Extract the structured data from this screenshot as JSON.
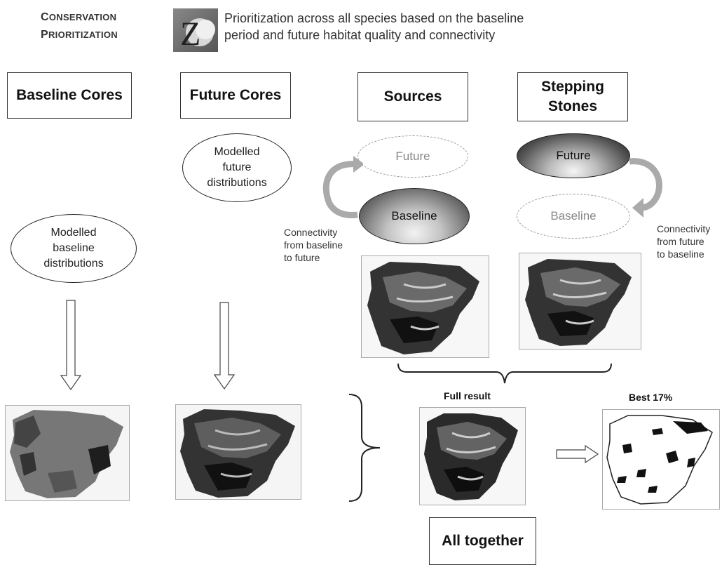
{
  "header": {
    "heading_line1_cap": "C",
    "heading_line1_rest": "ONSERVATION",
    "heading_line2_cap": "P",
    "heading_line2_rest": "RIORITIZATION",
    "description_line1": "Prioritization across all species based on the baseline",
    "description_line2": "period and future habitat quality and connectivity",
    "logo_icon": "zonation-logo-icon"
  },
  "columns": {
    "baseline_cores": "Baseline Cores",
    "future_cores": "Future Cores",
    "sources": "Sources",
    "stepping_stones_line1": "Stepping",
    "stepping_stones_line2": "Stones"
  },
  "ellipses": {
    "baseline_dist": [
      "Modelled",
      "baseline",
      "distributions"
    ],
    "future_dist": [
      "Modelled",
      "future",
      "distributions"
    ],
    "sources_future": "Future",
    "sources_baseline": "Baseline",
    "stepping_future": "Future",
    "stepping_baseline": "Baseline"
  },
  "connectivity": {
    "from_baseline": [
      "Connectivity",
      "from baseline",
      "to future"
    ],
    "from_future": [
      "Connectivity",
      "from future",
      "to baseline"
    ]
  },
  "results": {
    "full_result": "Full result",
    "best_17": "Best 17%",
    "all_together": "All together"
  },
  "colors": {
    "border": "#333333",
    "dashed": "#999999",
    "arrow_gray": "#aaaaaa"
  }
}
